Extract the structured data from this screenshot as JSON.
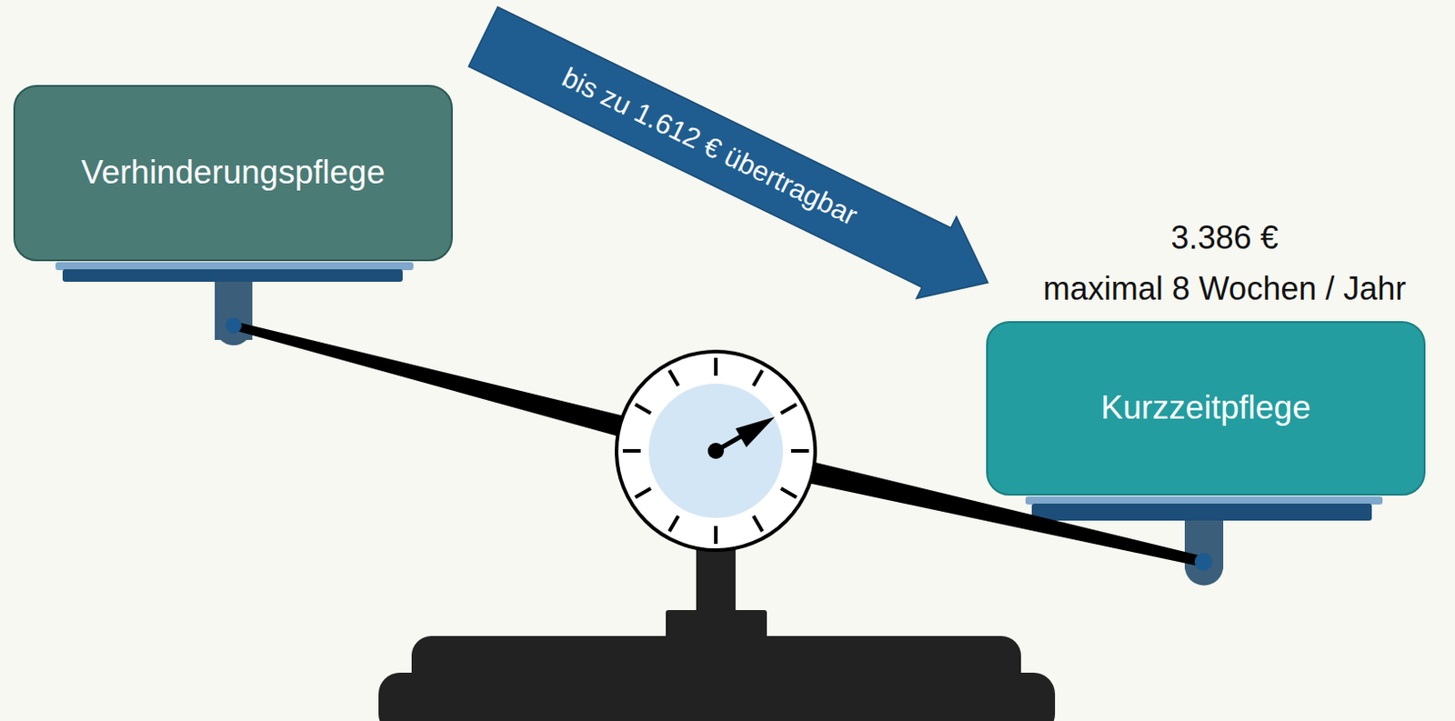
{
  "diagram": {
    "nodes": [
      {
        "text": [
          "Verhinderungspflege"
        ]
      },
      {
        "text": [
          "3.386 €",
          "maximal 8 Wochen / Jahr",
          "Kurzzeitpflege"
        ]
      }
    ],
    "edges": [
      {
        "from": 0,
        "to": 1,
        "arrow": "to",
        "label": "bis zu 1.612 € übertragbar"
      }
    ]
  }
}
